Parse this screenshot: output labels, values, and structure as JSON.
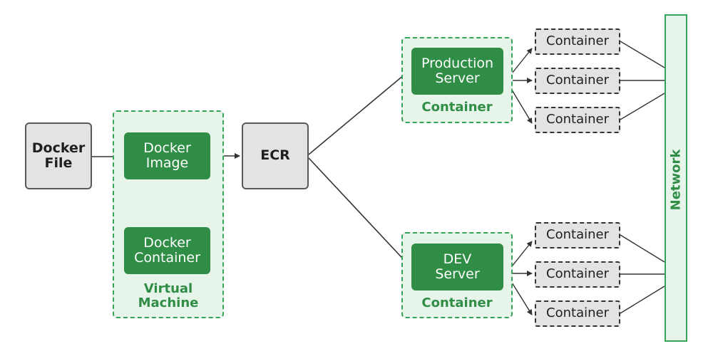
{
  "nodes": {
    "docker_file": [
      "Docker",
      "File"
    ],
    "docker_image": [
      "Docker",
      "Image"
    ],
    "docker_container": [
      "Docker",
      "Container"
    ],
    "virtual_machine": [
      "Virtual",
      "Machine"
    ],
    "ecr": "ECR",
    "production_server": [
      "Production",
      "Server"
    ],
    "prod_group_label": "Container",
    "dev_server": [
      "DEV",
      "Server"
    ],
    "dev_group_label": "Container",
    "prod_containers": [
      "Container",
      "Container",
      "Container"
    ],
    "dev_containers": [
      "Container",
      "Container",
      "Container"
    ],
    "network": "Network"
  },
  "colors": {
    "green": "#2f8d46",
    "light_green": "#e6f4e9",
    "dashed_green": "#36a458",
    "gray_fill": "#e3e3e3",
    "stroke": "#333333"
  }
}
